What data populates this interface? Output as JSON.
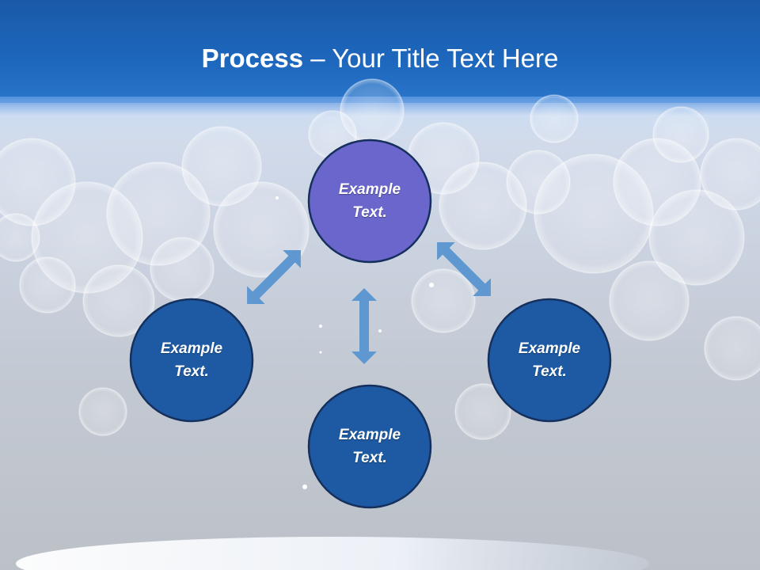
{
  "slide": {
    "title_strong": "Process",
    "title_rest": " – Your Title Text Here"
  },
  "nodes": [
    {
      "id": "top",
      "line1": "Example",
      "line2": "Text.",
      "fill": "#6a66cc"
    },
    {
      "id": "left",
      "line1": "Example",
      "line2": "Text.",
      "fill": "#1d5aa3"
    },
    {
      "id": "right",
      "line1": "Example",
      "line2": "Text.",
      "fill": "#1d5aa3"
    },
    {
      "id": "bottom",
      "line1": "Example",
      "line2": "Text.",
      "fill": "#1d5aa3"
    }
  ],
  "colors": {
    "header": "#1d67bd",
    "node_border": "#16305e",
    "arrow": "#5f98d0"
  }
}
